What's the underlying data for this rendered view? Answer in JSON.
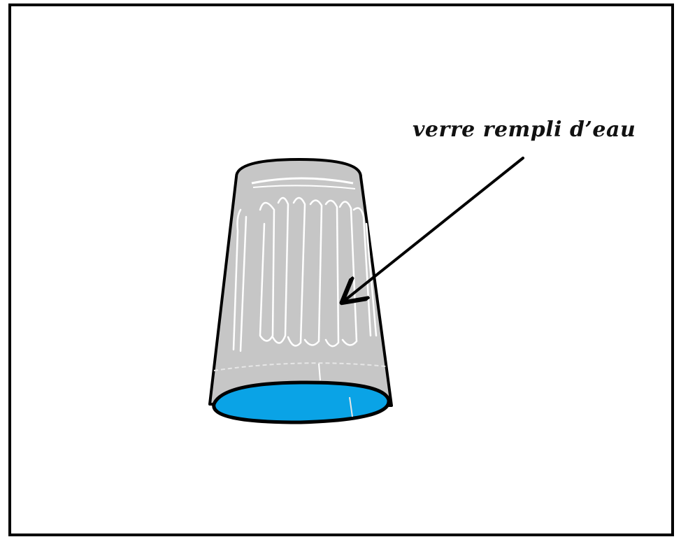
{
  "annotation": {
    "label": "verre rempli d’eau"
  },
  "colors": {
    "glass": "#c6c6c6",
    "water": "#0aa3e6",
    "outline": "#000000",
    "highlight": "#ffffff"
  },
  "icons": [
    "upturned-glass-illustration",
    "arrow"
  ]
}
